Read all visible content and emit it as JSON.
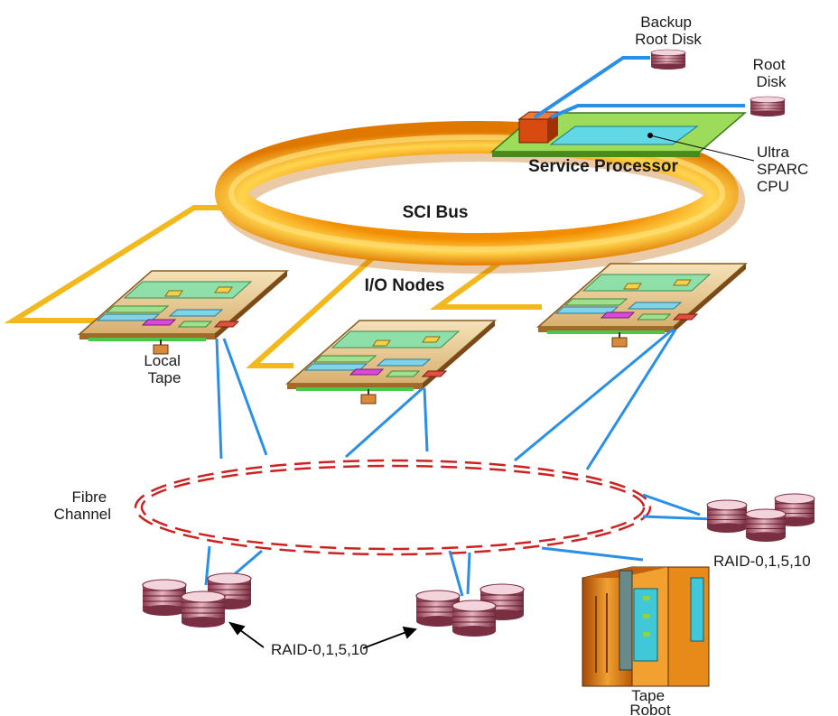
{
  "labels": {
    "backup_root_disk": [
      "Backup",
      "Root Disk"
    ],
    "root_disk": [
      "Root",
      "Disk"
    ],
    "cpu": [
      "Ultra",
      "SPARC",
      "CPU"
    ],
    "service_processor": "Service Processor",
    "sci_bus": "SCI Bus",
    "io_nodes": "I/O Nodes",
    "local_tape": [
      "Local",
      "Tape"
    ],
    "fibre_channel": [
      "Fibre",
      "Channel"
    ],
    "raid_right": "RAID-0,1,5,10",
    "raid_bottom": "RAID-0,1,5,10",
    "tape_robot": [
      "Tape",
      "Robot"
    ]
  },
  "colors": {
    "sci_bus_ring": "#f4a100",
    "sci_bus_ring_light": "#ffd24a",
    "sci_bus_link": "#f2b81c",
    "fibre_channel_ring": "#cc2222",
    "connection_line": "#2a8fe6",
    "disk": "#c97a8c",
    "board": "#c98e3a",
    "service_board": "#8fd14f",
    "tape_robot_body": "#e08a1e"
  }
}
